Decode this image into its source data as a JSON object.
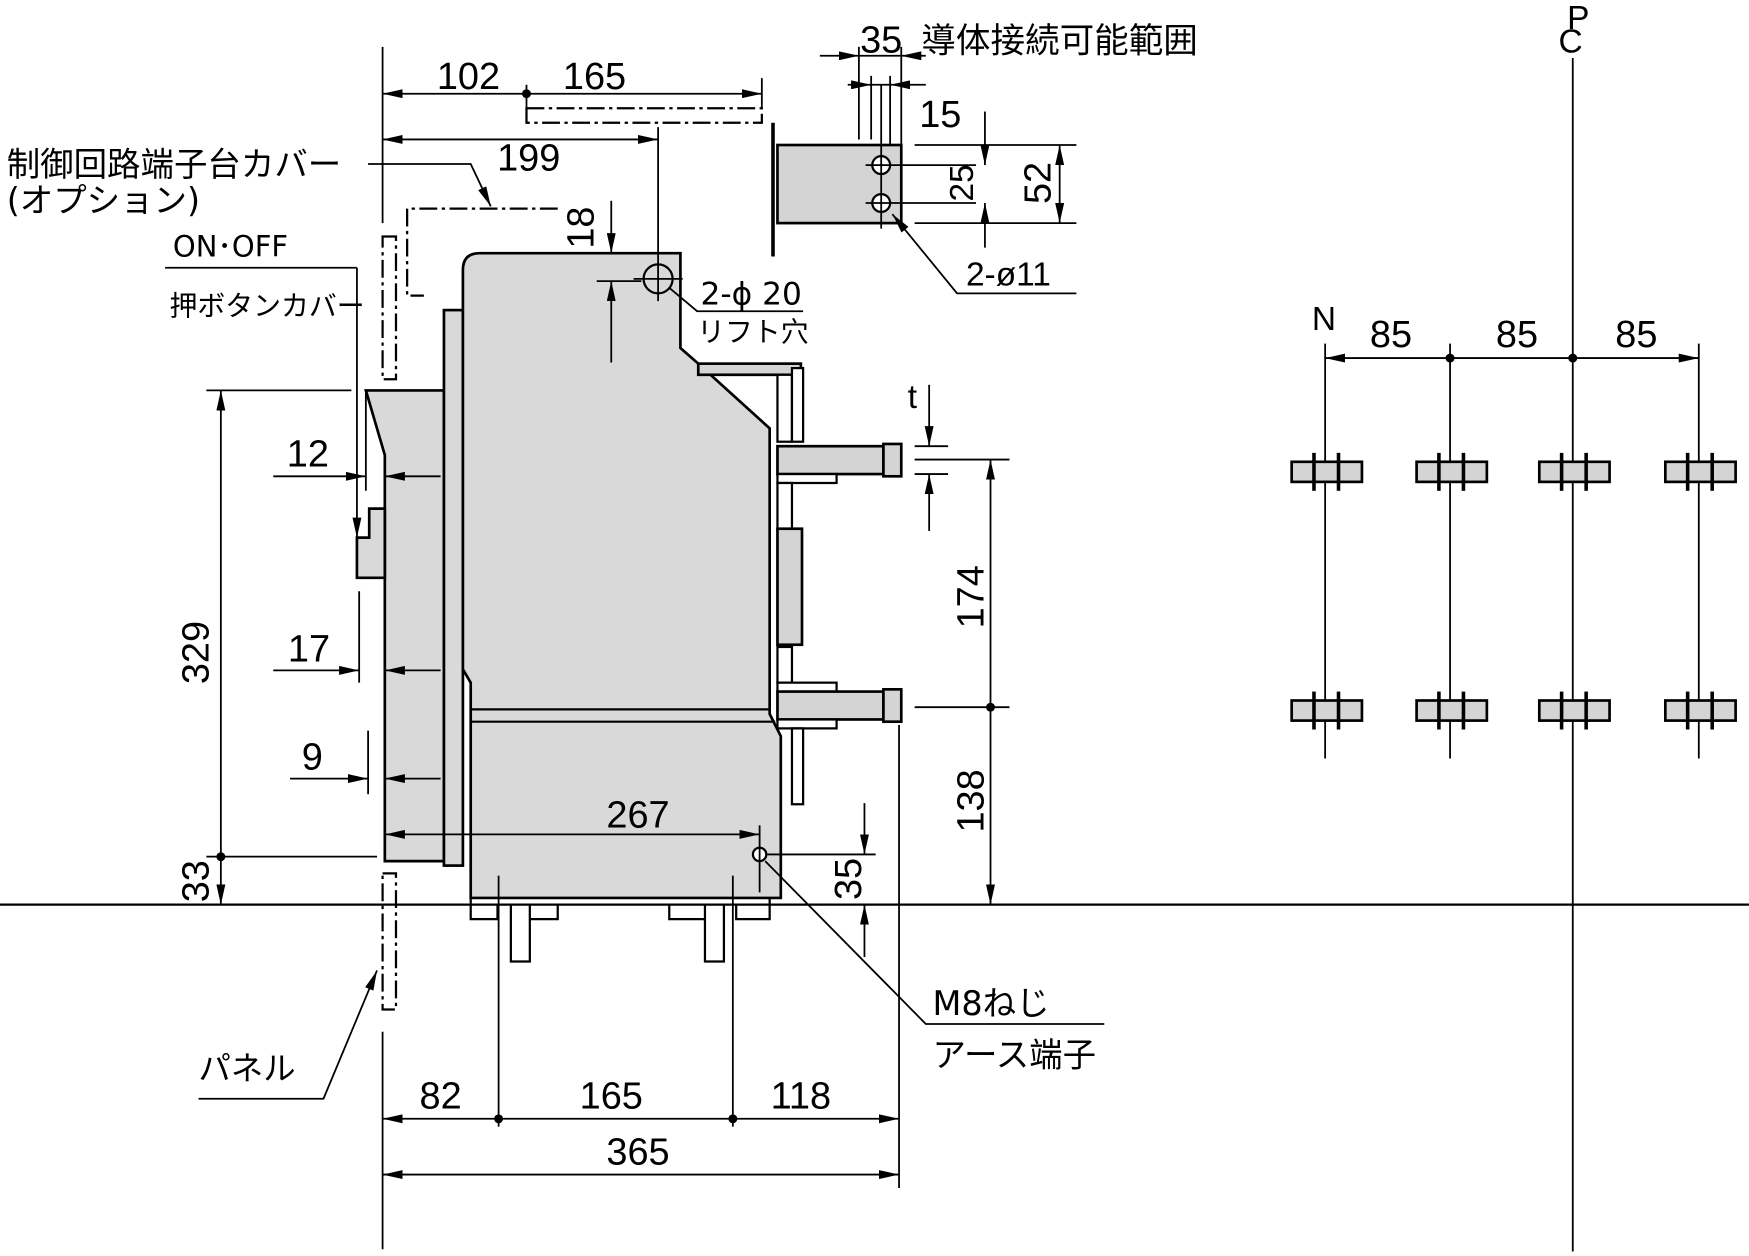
{
  "figure": {
    "centerline_symbol": {
      "top": "P",
      "bottom": "C"
    },
    "top_dims": {
      "d102": "102",
      "d165": "165",
      "d199": "199",
      "d18": "18"
    },
    "control_terminal_cover": {
      "name": "制御回路端子台カバー",
      "note": "(オプション)"
    },
    "button_cover": {
      "line1": "ON･OFF",
      "line2": "押ボタンカバー"
    },
    "lift_hole": {
      "spec": "2-ϕ 20",
      "name": "リフト穴"
    },
    "terminal_detail": {
      "range_width": "35",
      "range_caption": "導体接続可能範囲",
      "edge_offset": "15",
      "hole_pitch": "25",
      "terminal_height": "52",
      "holes": "2-ø11"
    },
    "pole_view": {
      "neutral": "N",
      "pitches": [
        "85",
        "85",
        "85"
      ]
    },
    "left_dims": {
      "d12": "12",
      "d17": "17",
      "d9": "9",
      "h329": "329",
      "h33": "33"
    },
    "right_dims": {
      "t": "t",
      "h174": "174",
      "h138": "138",
      "h35": "35"
    },
    "earth_to_front": "267",
    "earth_terminal": {
      "screw": "M8ねじ",
      "name": "アース端子"
    },
    "panel": "パネル",
    "bottom_dims": {
      "d82": "82",
      "d165": "165",
      "d118": "118",
      "d365": "365"
    }
  },
  "colors": {
    "body": "#d9d9d9",
    "terminal": "#d4d4d4",
    "line": "#000000"
  }
}
